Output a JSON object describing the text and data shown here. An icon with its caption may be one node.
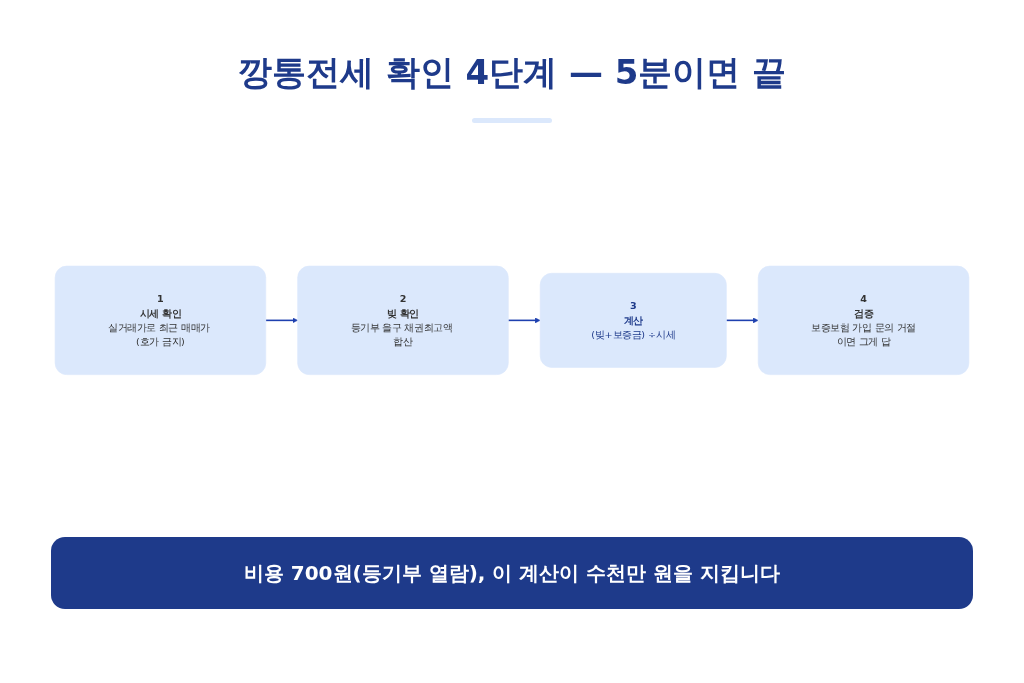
{
  "diagram": {
    "title": "깡통전세 확인 4단계 — 5분이면 끝",
    "nodes": [
      {
        "text": [
          "1",
          "시세 확인",
          "실거래가로 최근 매매가 (호가 금지)"
        ]
      },
      {
        "text": [
          "2",
          "빚 확인",
          "등기부 을구 채권최고액 합산"
        ]
      },
      {
        "text": [
          "3",
          "계산",
          "(빚+보증금) ÷시세"
        ]
      },
      {
        "text": [
          "4",
          "검증",
          "보증보험 가입 문의 거절이면 그게 답"
        ]
      },
      {
        "text": [
          "비용 700원(등기부 열람), 이 계산이 수천만 원을 지킵니다"
        ]
      }
    ],
    "edges": [
      {
        "from": 0,
        "to": 1,
        "arrow": "to"
      },
      {
        "from": 1,
        "to": 2,
        "arrow": "to"
      },
      {
        "from": 2,
        "to": 3,
        "arrow": "to"
      }
    ]
  }
}
